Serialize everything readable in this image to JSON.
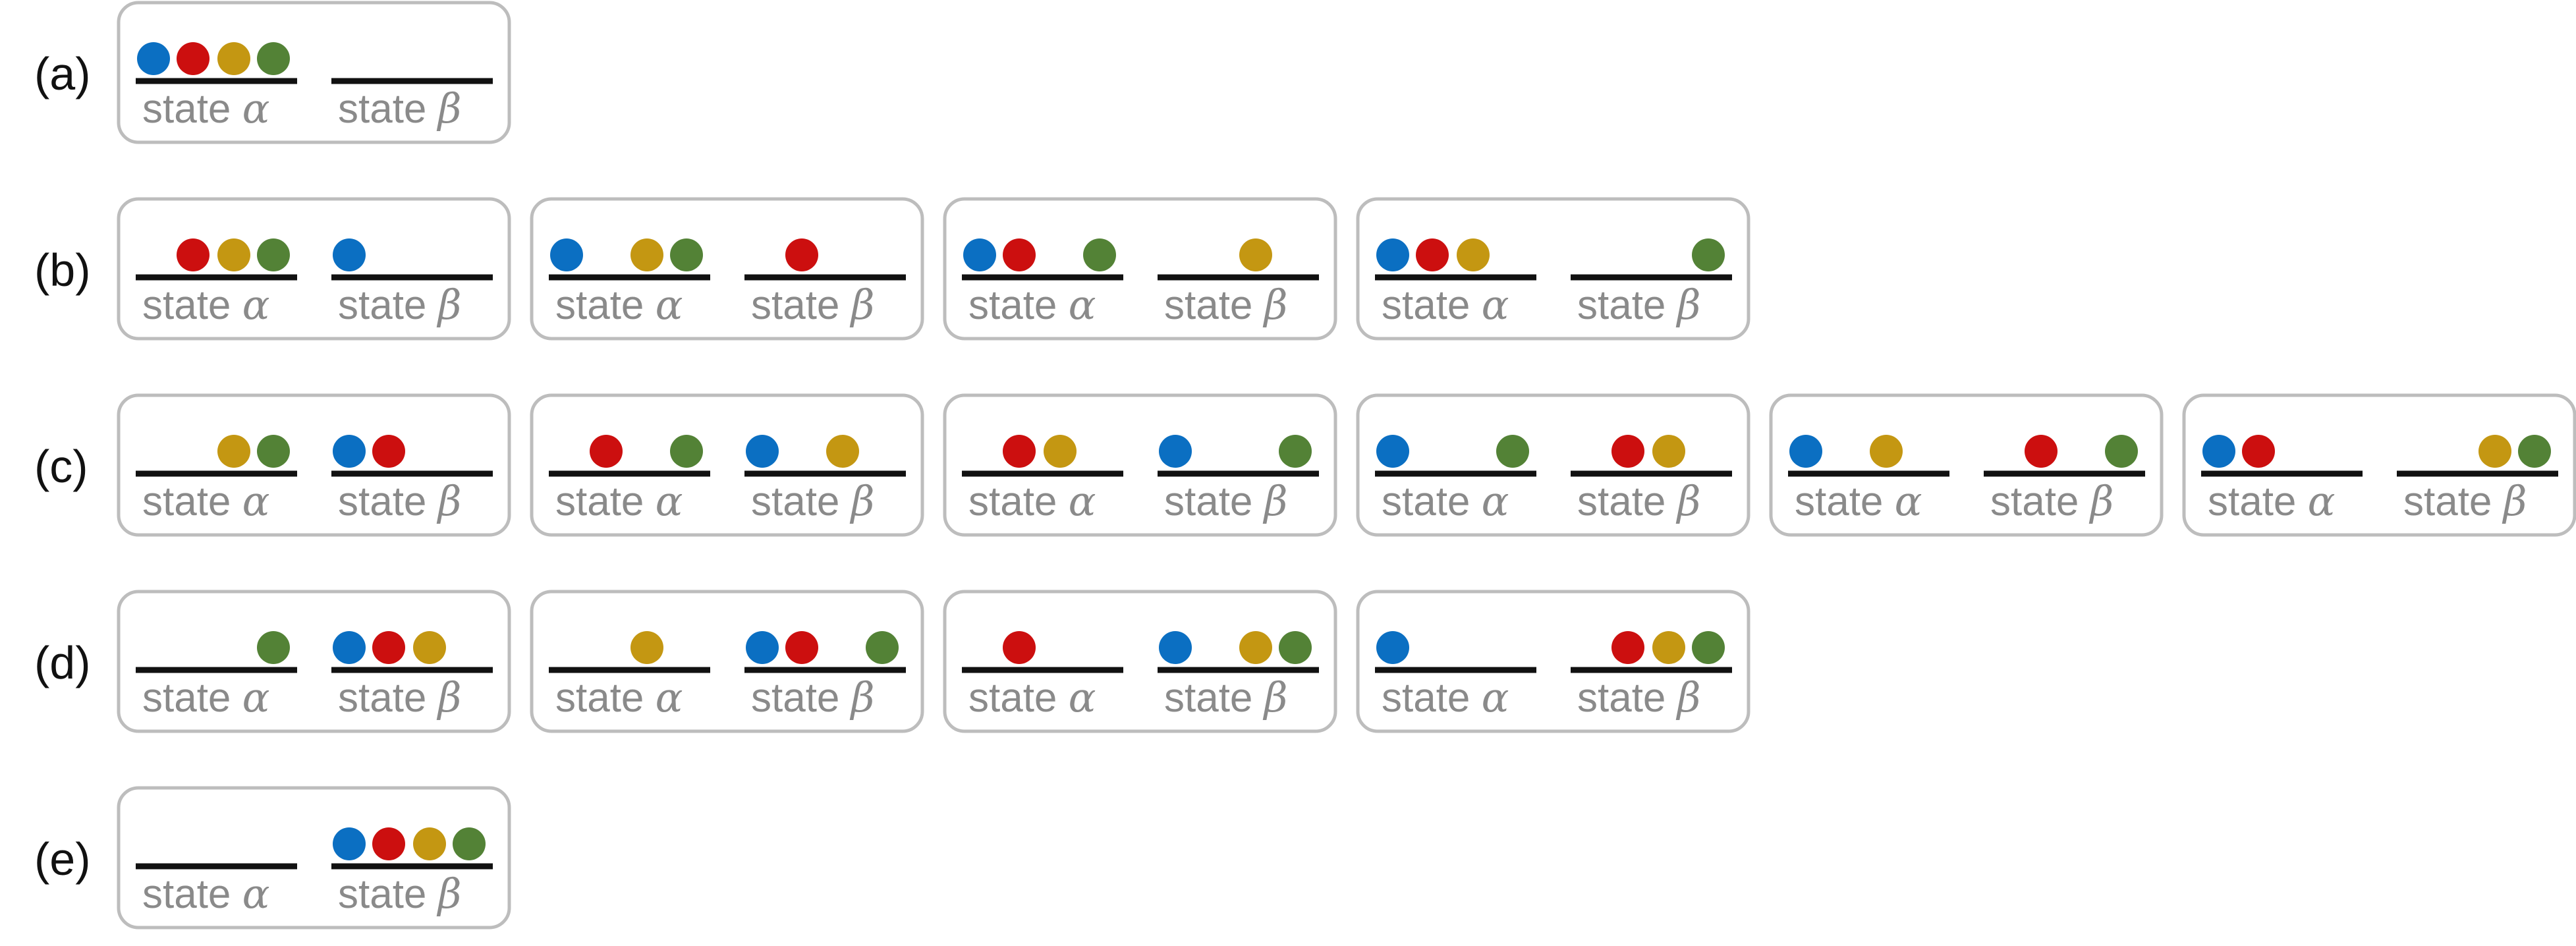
{
  "colors": {
    "blue": "#0b6fc2",
    "red": "#cc0f0f",
    "gold": "#c49712",
    "green": "#538236"
  },
  "particle_order": [
    "blue",
    "red",
    "gold",
    "green"
  ],
  "state_labels": {
    "word": "state",
    "alpha": "α",
    "beta": "β"
  },
  "rows": [
    {
      "label": "(a)",
      "panels": [
        {
          "alpha": [
            "blue",
            "red",
            "gold",
            "green"
          ],
          "beta": []
        }
      ]
    },
    {
      "label": "(b)",
      "panels": [
        {
          "alpha": [
            "red",
            "gold",
            "green"
          ],
          "beta": [
            "blue"
          ]
        },
        {
          "alpha": [
            "blue",
            "gold",
            "green"
          ],
          "beta": [
            "red"
          ]
        },
        {
          "alpha": [
            "blue",
            "red",
            "green"
          ],
          "beta": [
            "gold"
          ]
        },
        {
          "alpha": [
            "blue",
            "red",
            "gold"
          ],
          "beta": [
            "green"
          ]
        }
      ]
    },
    {
      "label": "(c)",
      "panels": [
        {
          "alpha": [
            "gold",
            "green"
          ],
          "beta": [
            "blue",
            "red"
          ]
        },
        {
          "alpha": [
            "red",
            "green"
          ],
          "beta": [
            "blue",
            "gold"
          ]
        },
        {
          "alpha": [
            "red",
            "gold"
          ],
          "beta": [
            "blue",
            "green"
          ]
        },
        {
          "alpha": [
            "blue",
            "green"
          ],
          "beta": [
            "red",
            "gold"
          ]
        },
        {
          "alpha": [
            "blue",
            "gold"
          ],
          "beta": [
            "red",
            "green"
          ]
        },
        {
          "alpha": [
            "blue",
            "red"
          ],
          "beta": [
            "gold",
            "green"
          ]
        }
      ]
    },
    {
      "label": "(d)",
      "panels": [
        {
          "alpha": [
            "green"
          ],
          "beta": [
            "blue",
            "red",
            "gold"
          ]
        },
        {
          "alpha": [
            "gold"
          ],
          "beta": [
            "blue",
            "red",
            "green"
          ]
        },
        {
          "alpha": [
            "red"
          ],
          "beta": [
            "blue",
            "gold",
            "green"
          ]
        },
        {
          "alpha": [
            "blue"
          ],
          "beta": [
            "red",
            "gold",
            "green"
          ]
        }
      ]
    },
    {
      "label": "(e)",
      "panels": [
        {
          "alpha": [],
          "beta": [
            "blue",
            "red",
            "gold",
            "green"
          ]
        }
      ]
    }
  ]
}
